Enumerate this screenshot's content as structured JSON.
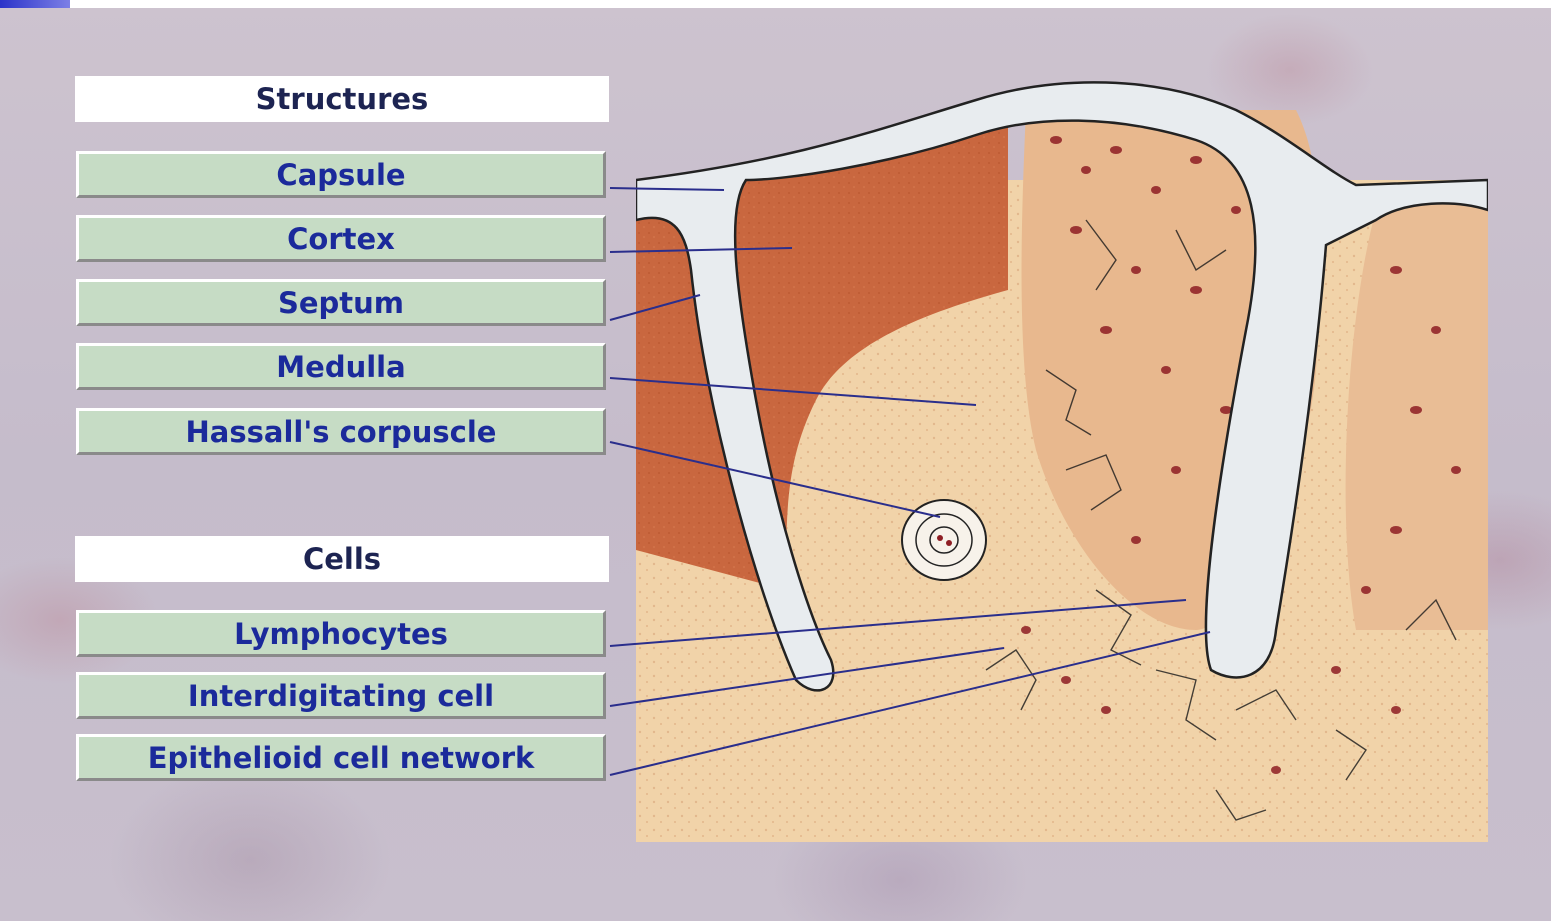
{
  "sections": {
    "structures_header": "Structures",
    "cells_header": "Cells"
  },
  "structures": [
    {
      "label": "Capsule"
    },
    {
      "label": "Cortex"
    },
    {
      "label": "Septum"
    },
    {
      "label": "Medulla"
    },
    {
      "label": "Hassall's corpuscle"
    }
  ],
  "cells": [
    {
      "label": "Lymphocytes"
    },
    {
      "label": "Interdigitating cell"
    },
    {
      "label": "Epithelioid cell network"
    }
  ],
  "colors": {
    "label_fill": "#c6dcc5",
    "label_text": "#1b2a9b",
    "leader_line": "#2a2e8c",
    "cortex": "#c8623a",
    "medulla": "#f1d2a7",
    "capsule": "#e9ecf0"
  }
}
